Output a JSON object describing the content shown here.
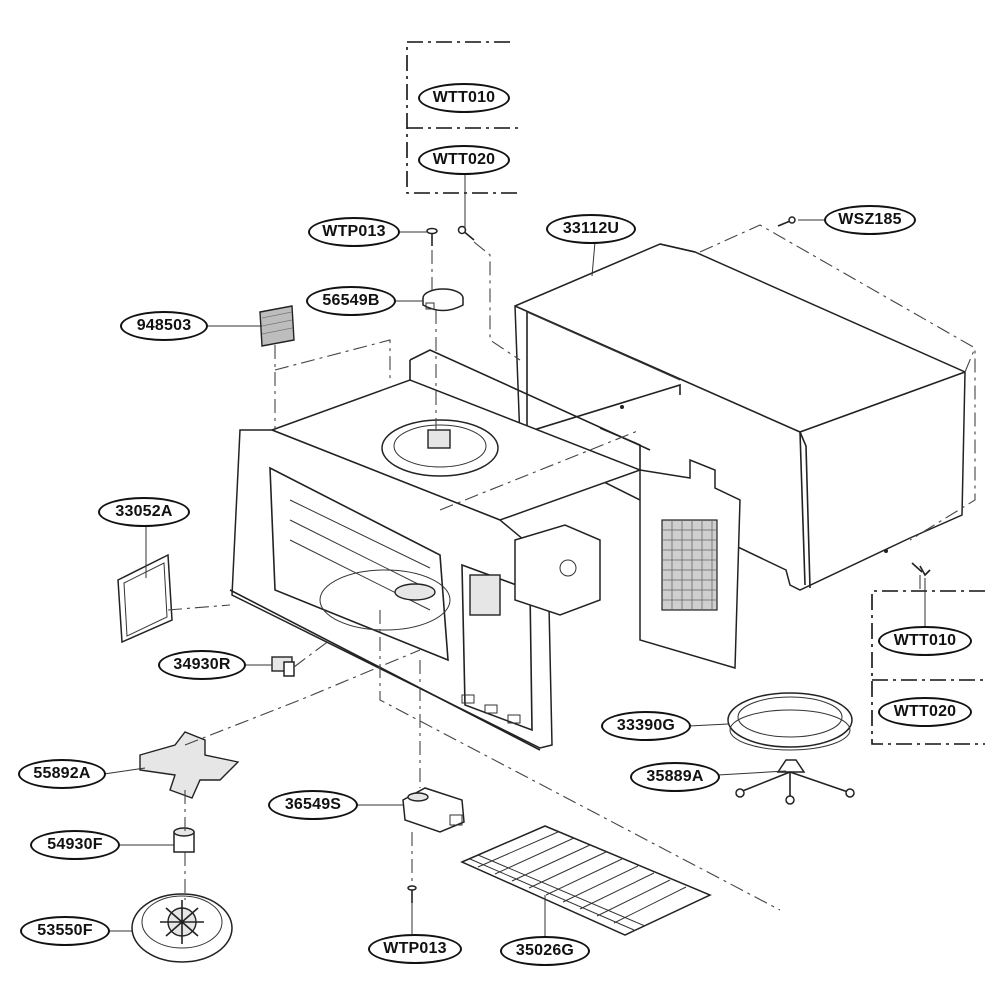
{
  "callouts": {
    "wtt010_top": "WTT010",
    "wtt020_top": "WTT020",
    "wtp013_top": "WTP013",
    "wsz185": "WSZ185",
    "p33112u": "33112U",
    "p56549b": "56549B",
    "p948503": "948503",
    "p33052a": "33052A",
    "p34930r": "34930R",
    "wtt010_right": "WTT010",
    "wtt020_right": "WTT020",
    "p33390g": "33390G",
    "p35889a": "35889A",
    "p55892a": "55892A",
    "p36549s": "36549S",
    "p54930f": "54930F",
    "p53550f": "53550F",
    "wtp013_bottom": "WTP013",
    "p35026g": "35026G"
  }
}
